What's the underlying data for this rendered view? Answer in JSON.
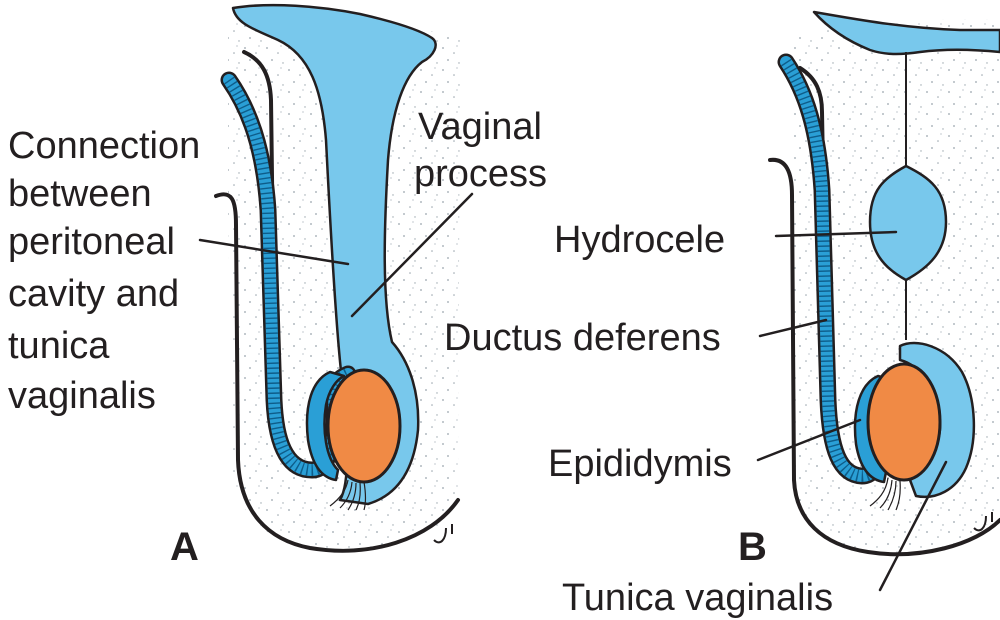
{
  "panels": [
    {
      "letter": "A",
      "labels": {
        "vaginal_process_line1": "Vaginal",
        "vaginal_process_line2": "process",
        "connection_line1": "Connection",
        "connection_line2": "between",
        "connection_line3": "peritoneal",
        "connection_line4": "cavity and",
        "connection_line5": "tunica",
        "connection_line6": "vaginalis"
      }
    },
    {
      "letter": "B",
      "labels": {
        "hydrocele": "Hydrocele",
        "ductus_deferens": "Ductus deferens",
        "epididymis": "Epididymis",
        "tunica_vaginalis": "Tunica vaginalis"
      }
    }
  ],
  "colors": {
    "peritoneal_cavity": "#78c8ec",
    "ductus_deferens": "#2a9fd6",
    "testis": "#f08a45",
    "outline": "#231f20"
  }
}
